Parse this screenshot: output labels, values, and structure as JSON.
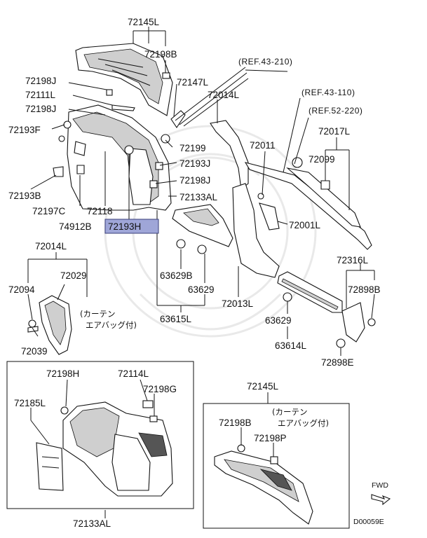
{
  "diagram_id": "D00059E",
  "fwd_label": "FWD",
  "highlighted_part": "72193H",
  "notes": {
    "curtain_airbag_1": "(カーテン",
    "curtain_airbag_2": "エアバッグ付)"
  },
  "refs": {
    "ref1": "(REF.43-210)",
    "ref2": "(REF.43-110)",
    "ref3": "(REF.52-220)"
  },
  "labels": {
    "p72145L_top": "72145L",
    "p72198B_top": "72198B",
    "p72198J_a": "72198J",
    "p72147L": "72147L",
    "p72111L": "72111L",
    "p72014L_top": "72014L",
    "p72198J_b": "72198J",
    "p72193F": "72193F",
    "p72199": "72199",
    "p72011": "72011",
    "p72017L": "72017L",
    "p72099": "72099",
    "p72193J": "72193J",
    "p72198J_c": "72198J",
    "p72193B": "72193B",
    "p72133AL_top": "72133AL",
    "p72197C": "72197C",
    "p72118": "72118",
    "p74912B": "74912B",
    "p72193H": "72193H",
    "p72001L": "72001L",
    "p72014L_left": "72014L",
    "p72029": "72029",
    "p72094": "72094",
    "p72039": "72039",
    "p63629B": "63629B",
    "p63629_a": "63629",
    "p63615L": "63615L",
    "p72013L": "72013L",
    "p72316L": "72316L",
    "p72898B": "72898B",
    "p63629_b": "63629",
    "p63614L": "63614L",
    "p72898E": "72898E",
    "p72198H": "72198H",
    "p72114L": "72114L",
    "p72198G": "72198G",
    "p72185L": "72185L",
    "p72133AL_bottom": "72133AL",
    "p72145L_bottom": "72145L",
    "p72198B_bottom": "72198B",
    "p72198P": "72198P"
  }
}
